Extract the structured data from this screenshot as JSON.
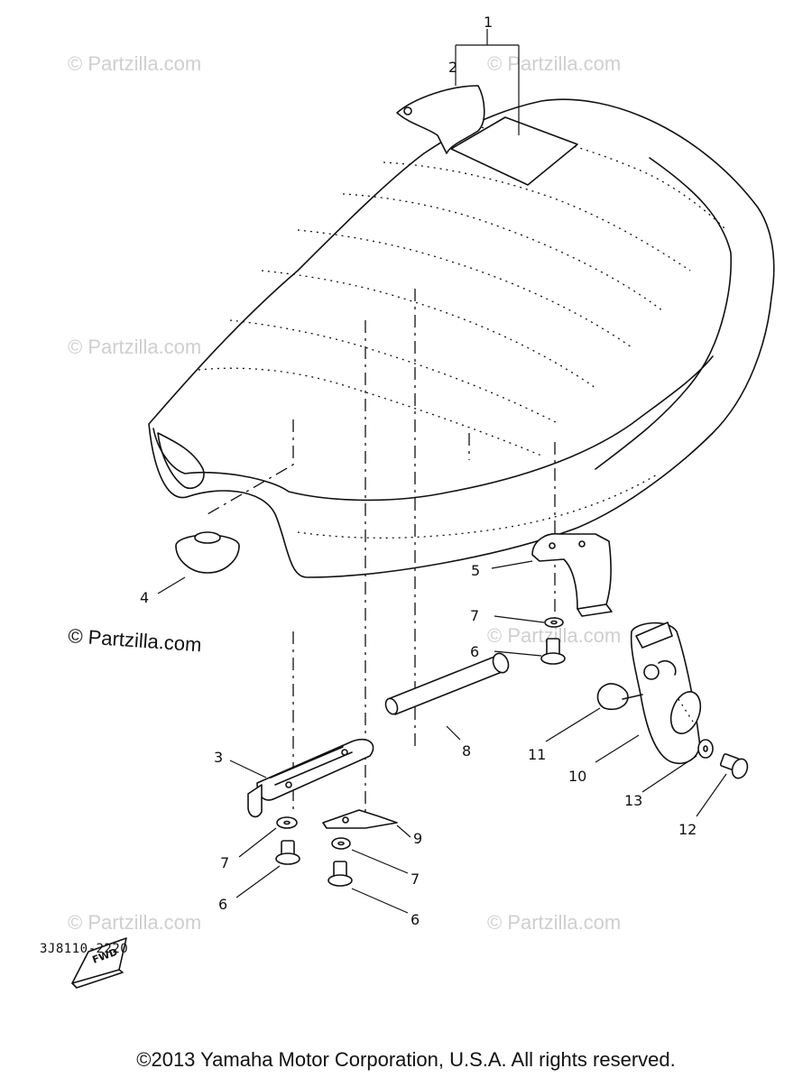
{
  "watermark": {
    "text": "© Partzilla.com",
    "primary": "© Partzilla.com"
  },
  "diagram": {
    "callouts": {
      "c1": "1",
      "c2": "2",
      "c3": "3",
      "c4": "4",
      "c5": "5",
      "c6a": "6",
      "c6b": "6",
      "c6c": "6",
      "c7a": "7",
      "c7b": "7",
      "c7c": "7",
      "c8": "8",
      "c9": "9",
      "c10": "10",
      "c11": "11",
      "c12": "12",
      "c13": "13"
    },
    "fwd_label": "FWD",
    "drawing_code": "3J8110-2220"
  },
  "footer": {
    "copyright": "©2013  Yamaha Motor Corporation, U.S.A. All rights reserved."
  }
}
